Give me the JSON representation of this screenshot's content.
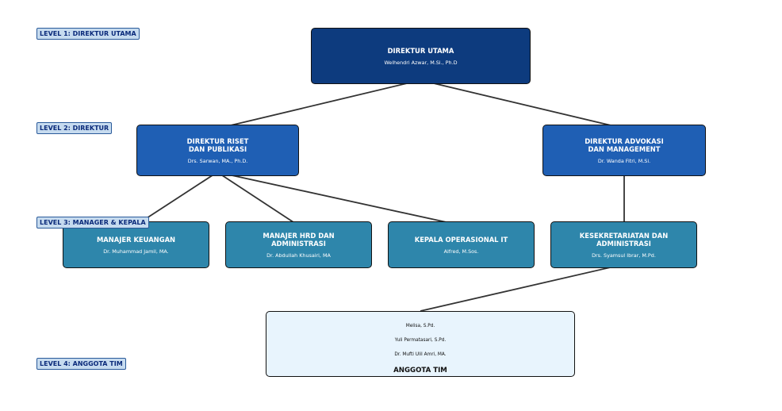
{
  "levels": [
    {
      "label": "LEVEL 1: DIREKTUR UTAMA"
    },
    {
      "label": "LEVEL 2: DIREKTUR"
    },
    {
      "label": "LEVEL 3: MANAGER & KEPALA"
    },
    {
      "label": "LEVEL 4: ANGGOTA TIM"
    }
  ],
  "nodes": {
    "direktur_utama": {
      "title": "DIREKTUR UTAMA",
      "name": "Welhendri Azwar, M.Si., Ph.D"
    },
    "direktur_riset": {
      "title": "DIREKTUR RISET\nDAN PUBLIKASI",
      "name": "Drs. Sarwan, MA., Ph.D."
    },
    "direktur_advokasi": {
      "title": "DIREKTUR ADVOKASI\nDAN MANAGEMENT",
      "name": "Dr. Wanda Fitri, M.Si."
    },
    "manajer_keuangan": {
      "title": "MANAJER KEUANGAN",
      "name": "Dr. Muhammad Jamil, MA."
    },
    "manajer_hrd": {
      "title": "MANAJER HRD DAN\nADMINISTRASI",
      "name": "Dr. Abdullah Khusairi, MA"
    },
    "kepala_it": {
      "title": "KEPALA OPERASIONAL IT",
      "name": "Alfred, M.Sos."
    },
    "kesekretariatan": {
      "title": "KESEKRETARIATAN DAN\nADMINISTRASI",
      "name": "Drs. Syamsul Ibrar, M.Pd."
    },
    "anggota_tim": {
      "title": "ANGGOTA TIM",
      "members": [
        "Melisa, S.Pd.",
        "Yuli Permatasari, S.Pd.",
        "Dr. Mufti Ulil Amri, MA."
      ]
    }
  },
  "colors": {
    "level1": "#0d3b7e",
    "level2": "#1f5fb4",
    "level3": "#2e86ab",
    "level4": "#e8f4fd",
    "connector": "#333333"
  }
}
